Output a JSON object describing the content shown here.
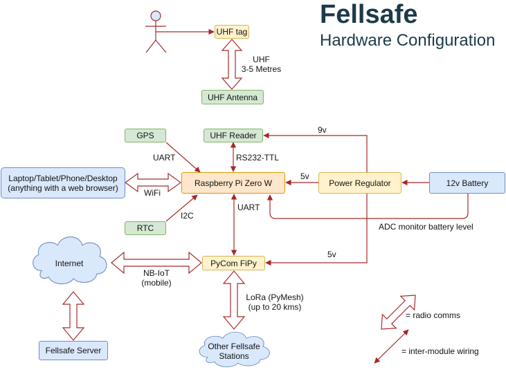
{
  "title": "Fellsafe",
  "subtitle": "Hardware Configuration",
  "nodes": {
    "uhf_tag": "UHF tag",
    "uhf_antenna": "UHF Antenna",
    "gps": "GPS",
    "uhf_reader": "UHF Reader",
    "laptop_line1": "Laptop/Tablet/Phone/Desktop",
    "laptop_line2": "(anything with a web browser)",
    "raspberry_pi": "Raspberry Pi Zero W",
    "power_regulator": "Power Regulator",
    "battery": "12v Battery",
    "rtc": "RTC",
    "internet": "Internet",
    "pycom": "PyCom FiPy",
    "fellsafe_server": "Fellsafe Server",
    "other_stations_line1": "Other Fellsafe",
    "other_stations_line2": "Stations"
  },
  "labels": {
    "uhf_line1": "UHF",
    "uhf_line2": "3-5 Metres",
    "nine_v": "9v",
    "uart_gps": "UART",
    "rs232": "RS232-TTL",
    "five_v_pi": "5v",
    "wifi": "WiFi",
    "i2c": "I2C",
    "uart_pycom": "UART",
    "adc": "ADC monitor battery level",
    "five_v_pycom": "5v",
    "nbiot_line1": "NB-IoT",
    "nbiot_line2": "(mobile)",
    "lora_line1": "LoRa (PyMesh)",
    "lora_line2": "(up to 20 kms)"
  },
  "legend": {
    "radio": "= radio comms",
    "wiring": "= inter-module wiring"
  },
  "colors": {
    "wire": "#a52a2a",
    "radio_fill": "#ffffff",
    "radio_stroke": "#a52a2a",
    "title": "#1c3a4a",
    "cloud_fill": "#dae8fc",
    "cloud_stroke": "#6c8ebf"
  }
}
